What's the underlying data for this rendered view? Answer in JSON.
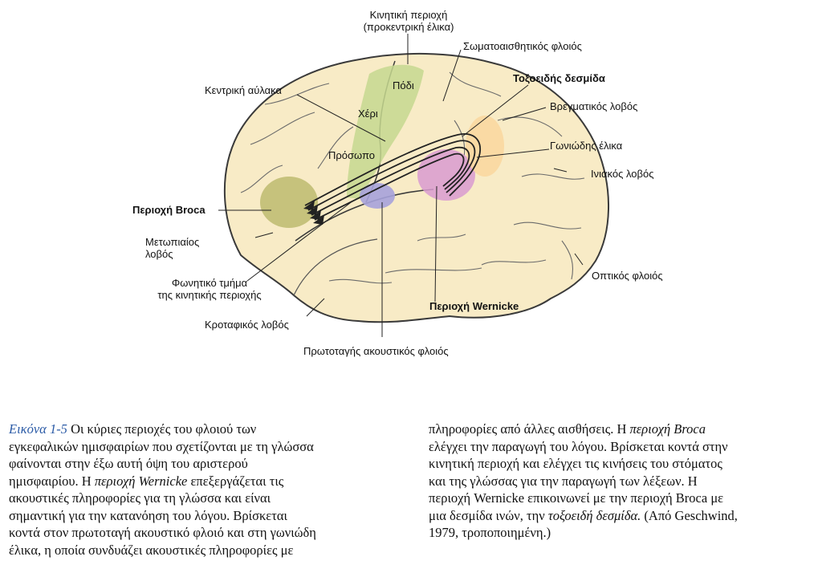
{
  "labels": {
    "motor_area": "Κινητική περιοχή",
    "motor_area_sub": "(προκεντρική έλικα)",
    "somatosensory": "Σωματοαισθητικός φλοιός",
    "arcuate": "Τοξοειδής δεσμίδα",
    "leg": "Πόδι",
    "central_sulcus": "Κεντρική αύλακα",
    "parietal": "Βρεγματικός λοβός",
    "hand": "Χέρι",
    "angular": "Γωνιώδης έλικα",
    "face": "Πρόσωπο",
    "occipital": "Ινιακός λοβός",
    "broca": "Περιοχή Broca",
    "frontal_1": "Μετωπιαίος",
    "frontal_2": "λοβός",
    "visual": "Οπτικός φλοιός",
    "vocal_1": "Φωνητικό τμήμα",
    "vocal_2": "της κινητικής περιοχής",
    "wernicke": "Περιοχή Wernicke",
    "temporal": "Κροταφικός λοβός",
    "auditory": "Πρωτοταγής ακουστικός φλοιός"
  },
  "caption": {
    "fig_no": "Εικόνα 1-5",
    "left": [
      [
        {
          "t": "  Οι κύριες περιοχές του φλοιού των"
        }
      ],
      [
        {
          "t": "εγκεφαλικών ημισφαιρίων που σχετίζονται με τη γλώσσα"
        }
      ],
      [
        {
          "t": "φαίνονται στην έξω αυτή όψη του αριστερού"
        }
      ],
      [
        {
          "t": "ημισφαιρίου. Η "
        },
        {
          "t": "περιοχή Wernicke",
          "i": true
        },
        {
          "t": " επεξεργάζεται τις"
        }
      ],
      [
        {
          "t": "ακουστικές πληροφορίες για τη γλώσσα και είναι"
        }
      ],
      [
        {
          "t": "σημαντική για την κατανόηση του λόγου. Βρίσκεται"
        }
      ],
      [
        {
          "t": "κοντά στον πρωτοταγή ακουστικό φλοιό και στη γωνιώδη"
        }
      ],
      [
        {
          "t": "έλικα, η οποία συνδυάζει ακουστικές πληροφορίες με"
        }
      ]
    ],
    "right": [
      [
        {
          "t": "πληροφορίες από άλλες αισθήσεις. Η "
        },
        {
          "t": "περιοχή Broca",
          "i": true
        }
      ],
      [
        {
          "t": "ελέγχει την παραγωγή του λόγου. Βρίσκεται κοντά στην"
        }
      ],
      [
        {
          "t": "κινητική περιοχή και ελέγχει τις κινήσεις του στόματος"
        }
      ],
      [
        {
          "t": "και της γλώσσας για την παραγωγή των λέξεων. Η"
        }
      ],
      [
        {
          "t": "περιοχή Wernicke επικοινωνεί με την περιοχή Broca με"
        }
      ],
      [
        {
          "t": "μια δεσμίδα ινών, την "
        },
        {
          "t": "τοξοειδή δεσμίδα.",
          "i": true
        },
        {
          "t": " (Από Geschwind,"
        }
      ],
      [
        {
          "t": "1979, τροποποιημένη.)"
        }
      ]
    ]
  },
  "colors": {
    "brain_fill": "#f8ebc6",
    "motor_green": "#c5d88f",
    "broca_olive": "#b5b463",
    "wernicke_magenta": "#d99bd0",
    "auditory_purple": "#a6a2da",
    "angular_orange": "#f9d8a0",
    "figure_number": "#2a5aa6"
  }
}
